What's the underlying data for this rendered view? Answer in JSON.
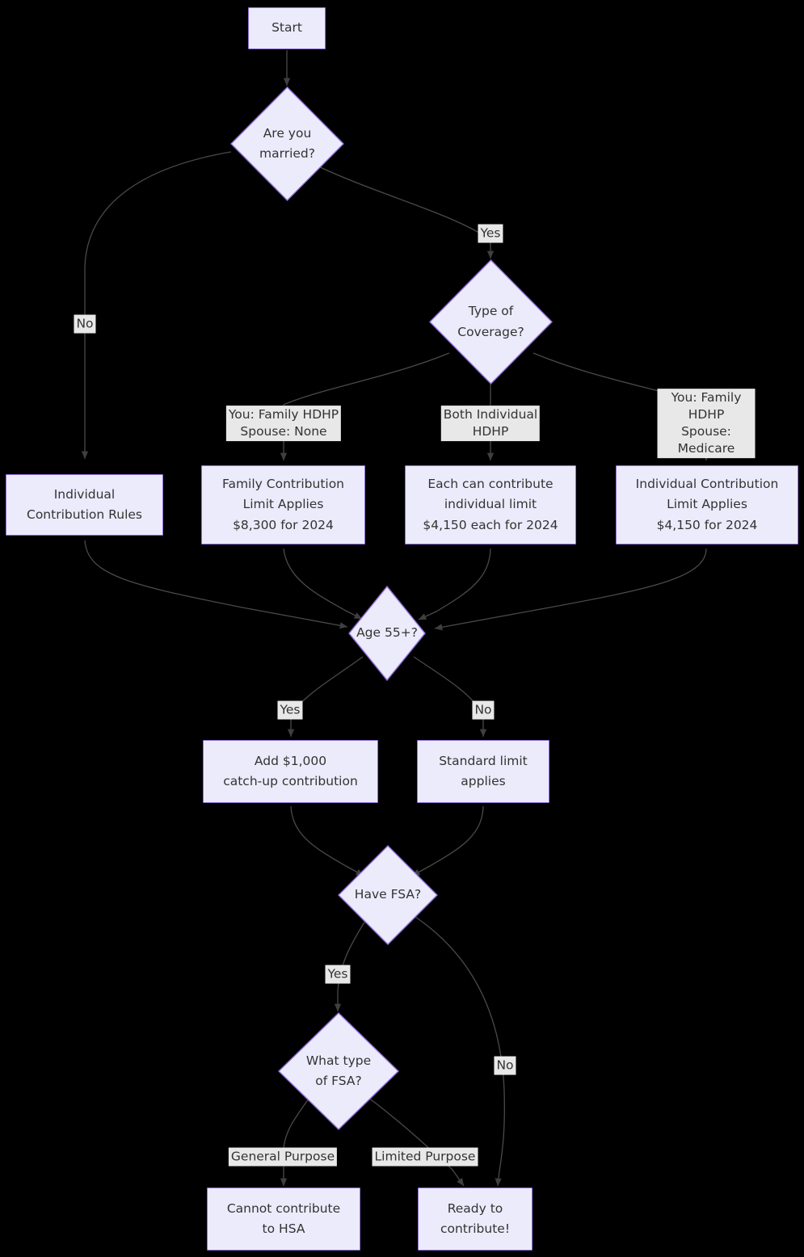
{
  "diagram": {
    "type": "flowchart",
    "title": "HSA Contribution Eligibility Flowchart",
    "theme": {
      "background": "#000000",
      "node_fill": "#ECEBFC",
      "node_border": "#9370DB",
      "text_color": "#333333",
      "edge_color": "#555555",
      "edge_label_bg": "#E8E8E8"
    },
    "nodes": [
      {
        "id": "start",
        "shape": "rect",
        "label": "Start"
      },
      {
        "id": "married",
        "shape": "diamond",
        "label": "Are you\nmarried?"
      },
      {
        "id": "coverage",
        "shape": "diamond",
        "label": "Type of\nCoverage?"
      },
      {
        "id": "indiv_rules",
        "shape": "rect",
        "label": "Individual\nContribution Rules"
      },
      {
        "id": "family_limit",
        "shape": "rect",
        "label": "Family Contribution\nLimit Applies\n$8,300 for 2024"
      },
      {
        "id": "each_indiv",
        "shape": "rect",
        "label": "Each can contribute\nindividual limit\n$4,150 each for 2024"
      },
      {
        "id": "indiv_limit",
        "shape": "rect",
        "label": "Individual Contribution\nLimit Applies\n$4,150 for 2024"
      },
      {
        "id": "age55",
        "shape": "diamond",
        "label": "Age 55+?"
      },
      {
        "id": "catchup",
        "shape": "rect",
        "label": "Add $1,000\ncatch-up contribution"
      },
      {
        "id": "standard",
        "shape": "rect",
        "label": "Standard limit\napplies"
      },
      {
        "id": "have_fsa",
        "shape": "diamond",
        "label": "Have FSA?"
      },
      {
        "id": "fsa_type",
        "shape": "diamond",
        "label": "What type\nof FSA?"
      },
      {
        "id": "cannot",
        "shape": "rect",
        "label": "Cannot contribute\nto HSA"
      },
      {
        "id": "ready",
        "shape": "rect",
        "label": "Ready to\ncontribute!"
      }
    ],
    "edges": [
      {
        "from": "start",
        "to": "married",
        "label": ""
      },
      {
        "from": "married",
        "to": "indiv_rules",
        "label": "No"
      },
      {
        "from": "married",
        "to": "coverage",
        "label": "Yes"
      },
      {
        "from": "coverage",
        "to": "family_limit",
        "label": "You: Family HDHP\nSpouse: None"
      },
      {
        "from": "coverage",
        "to": "each_indiv",
        "label": "Both Individual\nHDHP"
      },
      {
        "from": "coverage",
        "to": "indiv_limit",
        "label": "You: Family HDHP\nSpouse: Medicare"
      },
      {
        "from": "indiv_rules",
        "to": "age55",
        "label": ""
      },
      {
        "from": "family_limit",
        "to": "age55",
        "label": ""
      },
      {
        "from": "each_indiv",
        "to": "age55",
        "label": ""
      },
      {
        "from": "indiv_limit",
        "to": "age55",
        "label": ""
      },
      {
        "from": "age55",
        "to": "catchup",
        "label": "Yes"
      },
      {
        "from": "age55",
        "to": "standard",
        "label": "No"
      },
      {
        "from": "catchup",
        "to": "have_fsa",
        "label": ""
      },
      {
        "from": "standard",
        "to": "have_fsa",
        "label": ""
      },
      {
        "from": "have_fsa",
        "to": "fsa_type",
        "label": "Yes"
      },
      {
        "from": "have_fsa",
        "to": "ready",
        "label": "No"
      },
      {
        "from": "fsa_type",
        "to": "cannot",
        "label": "General Purpose"
      },
      {
        "from": "fsa_type",
        "to": "ready",
        "label": "Limited Purpose"
      }
    ],
    "labels": {
      "start": "Start",
      "married": "Are you\nmarried?",
      "coverage": "Type of\nCoverage?",
      "indiv_rules": "Individual\nContribution Rules",
      "family_limit": "Family Contribution\nLimit Applies\n$8,300 for 2024",
      "each_indiv": "Each can contribute\nindividual limit\n$4,150 each for 2024",
      "indiv_limit": "Individual Contribution\nLimit Applies\n$4,150 for 2024",
      "age55": "Age 55+?",
      "catchup": "Add $1,000\ncatch-up contribution",
      "standard": "Standard limit\napplies",
      "have_fsa": "Have FSA?",
      "fsa_type": "What type\nof FSA?",
      "cannot": "Cannot contribute\nto HSA",
      "ready": "Ready to\ncontribute!"
    },
    "edge_labels": {
      "married_no": "No",
      "married_yes": "Yes",
      "cov_family_none": "You: Family HDHP\nSpouse: None",
      "cov_both_indiv": "Both Individual\nHDHP",
      "cov_family_medicare": "You: Family HDHP\nSpouse: Medicare",
      "age_yes": "Yes",
      "age_no": "No",
      "fsa_yes": "Yes",
      "fsa_no": "No",
      "general_purpose": "General Purpose",
      "limited_purpose": "Limited Purpose"
    }
  }
}
